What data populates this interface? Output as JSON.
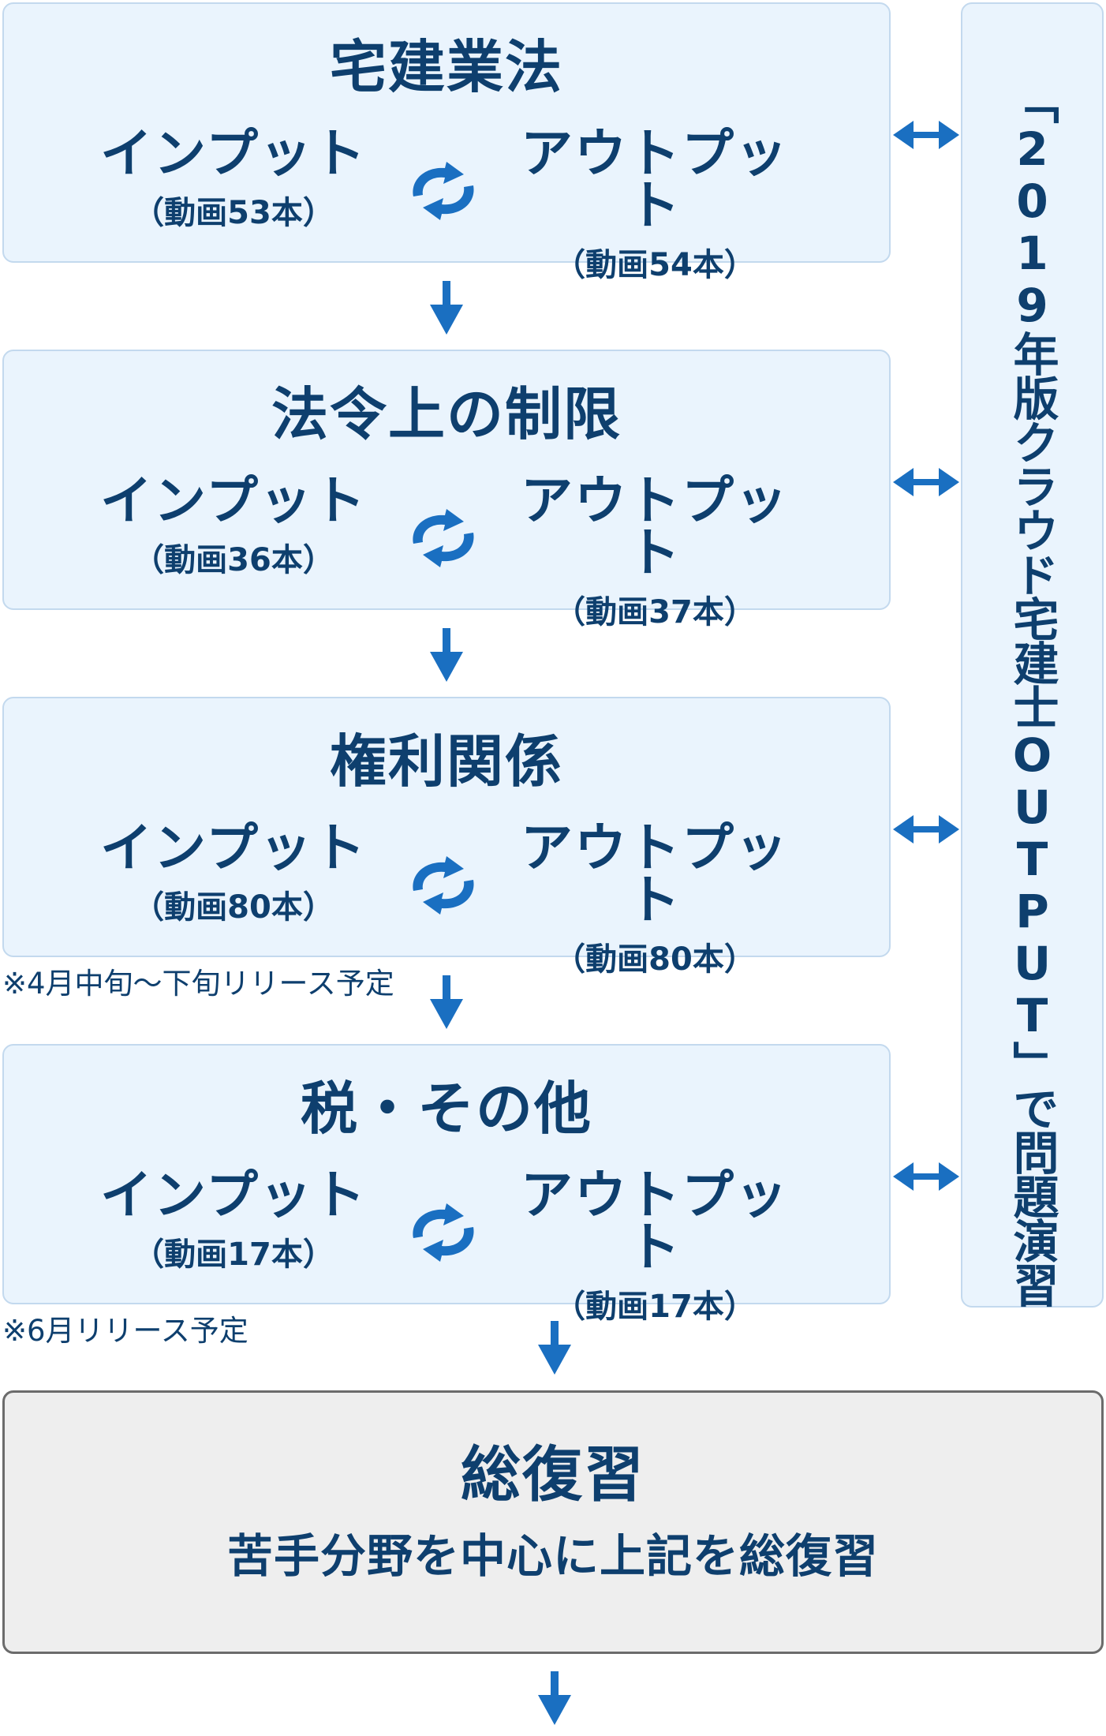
{
  "sections": [
    {
      "title": "宅建業法",
      "input_label": "インプット",
      "input_count": "（動画53本）",
      "output_label": "アウトプット",
      "output_count": "（動画54本）"
    },
    {
      "title": "法令上の制限",
      "input_label": "インプット",
      "input_count": "（動画36本）",
      "output_label": "アウトプット",
      "output_count": "（動画37本）"
    },
    {
      "title": "権利関係",
      "input_label": "インプット",
      "input_count": "（動画80本）",
      "output_label": "アウトプット",
      "output_count": "（動画80本）"
    },
    {
      "title": "税・その他",
      "input_label": "インプット",
      "input_count": "（動画17本）",
      "output_label": "アウトプット",
      "output_count": "（動画17本）"
    }
  ],
  "notes": {
    "kenri": "※4月中旬～下旬リリース予定",
    "zei": "※6月リリース予定"
  },
  "side_panel": {
    "text": "「2019年版クラウド宅建士OUTPUT」で問題演習"
  },
  "review": {
    "title": "総復習",
    "subtitle": "苦手分野を中心に上記を総復習"
  },
  "colors": {
    "box_fill": "#eaf4fd",
    "box_border": "#c3d9ee",
    "arrow": "#1a6fc1",
    "text": "#0e3f6e",
    "review_fill": "#eeeeee",
    "review_border": "#6b6b6b"
  },
  "icons": {
    "cycle": "refresh-cycle-icon",
    "down": "arrow-down-icon",
    "double": "double-arrow-icon"
  }
}
